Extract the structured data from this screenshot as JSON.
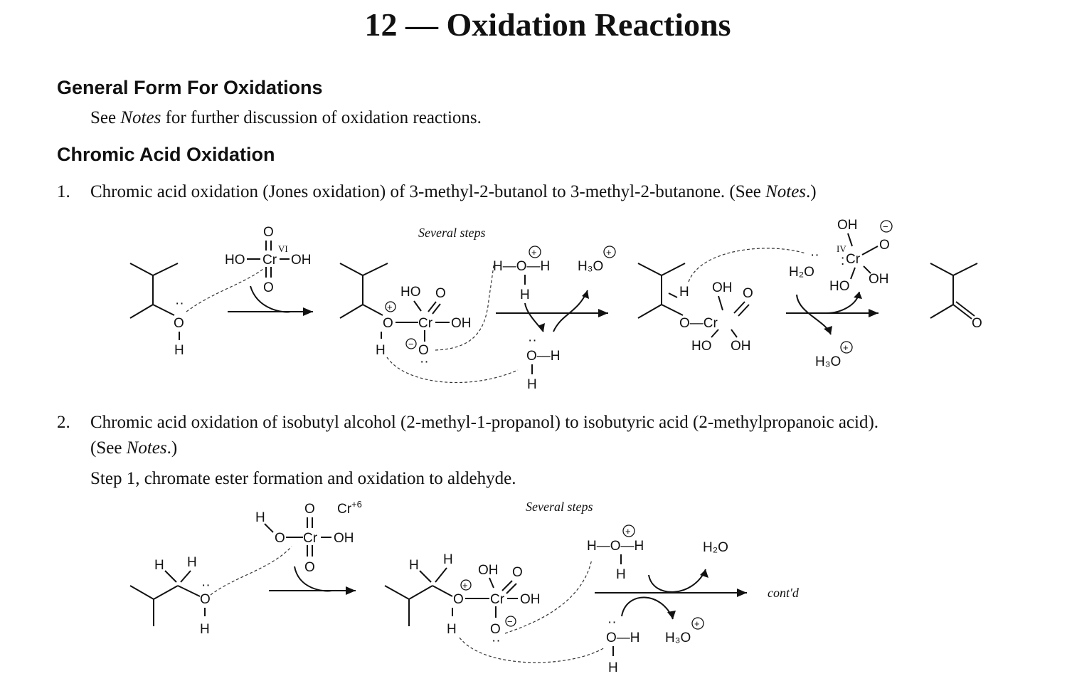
{
  "page_title": "12 — Oxidation Reactions",
  "section_general": {
    "heading": "General Form For Oxidations",
    "text_before": "See ",
    "text_italic": "Notes",
    "text_after": " for further discussion of oxidation reactions."
  },
  "section_chromic": {
    "heading": "Chromic Acid Oxidation",
    "item1": {
      "number": "1.",
      "text_before": "Chromic acid oxidation (Jones oxidation) of 3-methyl-2-butanol to 3-methyl-2-butanone. (See ",
      "text_italic": "Notes",
      "text_after": ".)"
    },
    "item2": {
      "number": "2.",
      "line1": "Chromic acid oxidation of isobutyl alcohol (2-methyl-1-propanol) to isobutyric acid (2-methylpropanoic acid).",
      "line2_before": "(See ",
      "line2_italic": "Notes",
      "line2_after": ".)",
      "step1": "Step 1, chromate ester formation and oxidation to aldehyde."
    }
  },
  "scheme1": {
    "several_steps": "Several steps",
    "atoms": {
      "O": "O",
      "H": "H",
      "HO": "HO",
      "OH": "OH",
      "Cr": "Cr",
      "VI": "VI",
      "IV": "IV",
      "H2O": "H₂O",
      "H3O": "H₃O",
      "HOH_line": "H—O—H",
      "OH_line": "O—H",
      "O_Cr": "O—Cr"
    }
  },
  "scheme2": {
    "several_steps": "Several steps",
    "cr6": "Cr",
    "cr6_sup": "+6",
    "contd": "cont'd",
    "atoms": {
      "H2O": "H₂O",
      "H3O": "H₃O"
    }
  }
}
